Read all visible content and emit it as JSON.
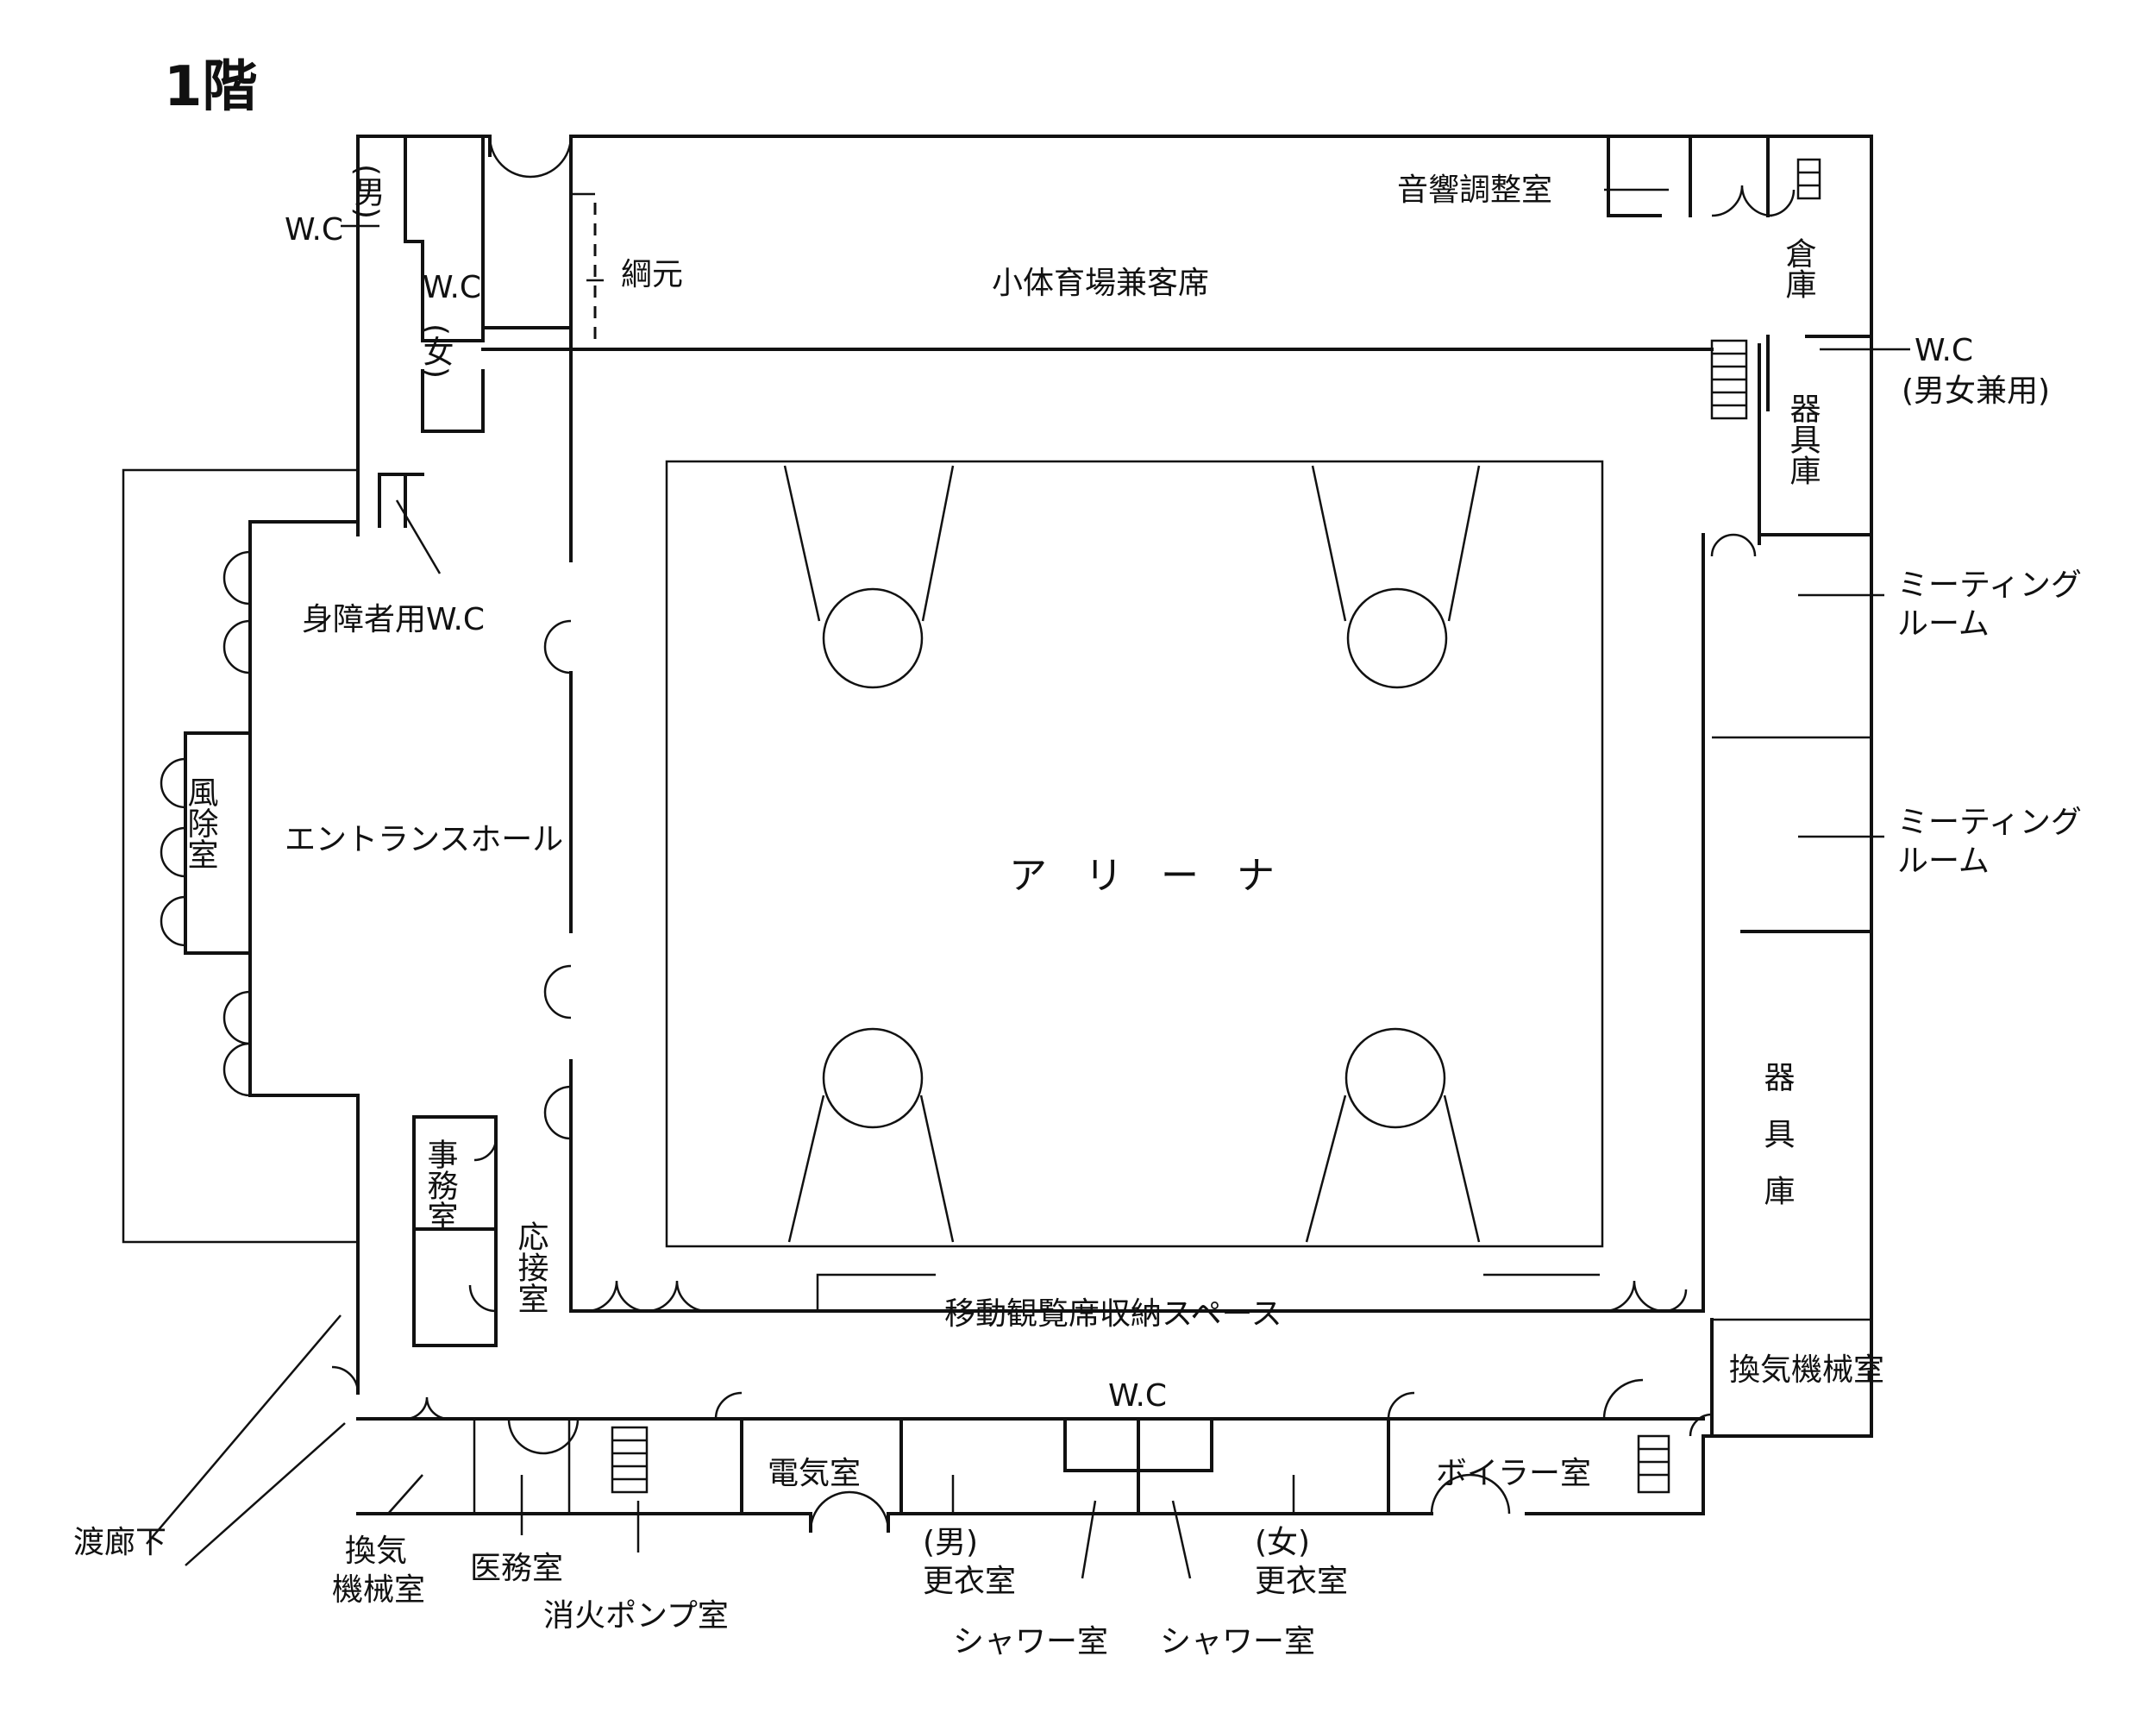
{
  "title": "1階",
  "rooms": {
    "arena": "ア　リ　ー　ナ",
    "small_gym": "小体育場兼客席",
    "tsunamoto": "綱元",
    "sound_room": "音響調整室",
    "storage_right_top": "倉庫",
    "wc_unisex": "W.C",
    "wc_unisex_note": "(男女兼用)",
    "equip_top": "器具庫",
    "meeting1_l1": "ミーティング",
    "meeting1_l2": "ルーム",
    "meeting2_l1": "ミーティング",
    "meeting2_l2": "ルーム",
    "equip_right": "器具庫",
    "vent_right": "換気機械室",
    "wc_left": "W.C",
    "wc_men": "(男)",
    "wc_women_a": "W.C",
    "wc_women_b": "(女)",
    "disabled_wc": "身障者用W.C",
    "windbreak": "風除室",
    "entrance_hall": "エントランスホール",
    "office": "事務室",
    "reception": "応接室",
    "mobile_seat_storage": "移動観覧席収納スペース",
    "corridor": "渡廊下",
    "vent_left_l1": "換気",
    "vent_left_l2": "機械室",
    "medical": "医務室",
    "fire_pump": "消火ポンプ室",
    "electric": "電気室",
    "wc_bottom": "W.C",
    "locker_men_l1": "(男)",
    "locker_men_l2": "更衣室",
    "shower1": "シャワー室",
    "shower2": "シャワー室",
    "locker_women_l1": "(女)",
    "locker_women_l2": "更衣室",
    "boiler": "ボイラー室"
  }
}
